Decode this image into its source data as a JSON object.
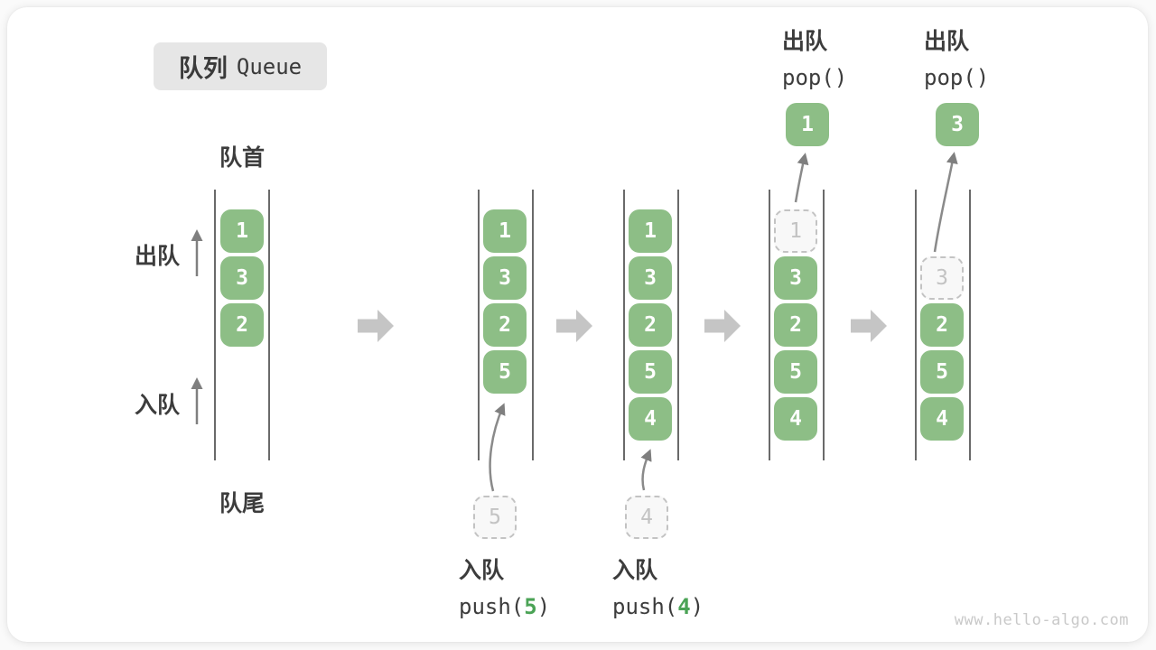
{
  "title": {
    "zh": "队列",
    "en": "Queue"
  },
  "labels": {
    "front": "队首",
    "rear": "队尾",
    "dequeue_side": "出队",
    "enqueue_side": "入队"
  },
  "states": [
    {
      "boxes": [
        "1",
        "3",
        "2"
      ]
    },
    {
      "boxes": [
        "1",
        "3",
        "2",
        "5"
      ],
      "incoming": "5"
    },
    {
      "boxes": [
        "1",
        "3",
        "2",
        "5",
        "4"
      ],
      "incoming": "4"
    },
    {
      "ghost": "1",
      "boxes": [
        "3",
        "2",
        "5",
        "4"
      ],
      "popped": "1"
    },
    {
      "ghost": "3",
      "boxes": [
        "2",
        "5",
        "4"
      ],
      "popped": "3"
    }
  ],
  "ops": {
    "push1": {
      "label": "入队",
      "pre": "push(",
      "arg": "5",
      "post": ")"
    },
    "push2": {
      "label": "入队",
      "pre": "push(",
      "arg": "4",
      "post": ")"
    },
    "pop1": {
      "label": "出队",
      "code": "pop()"
    },
    "pop2": {
      "label": "出队",
      "code": "pop()"
    }
  },
  "watermark": "www.hello-algo.com",
  "colors": {
    "item_green": "#8dbe86",
    "code_arg_green": "#4ba356",
    "block_arrow_grey": "#c5c5c5",
    "wall_grey": "#6a6a6a",
    "text_dark": "#3c3c3c",
    "ghost_grey": "#c3c3c3",
    "title_bg": "#e6e6e6"
  }
}
